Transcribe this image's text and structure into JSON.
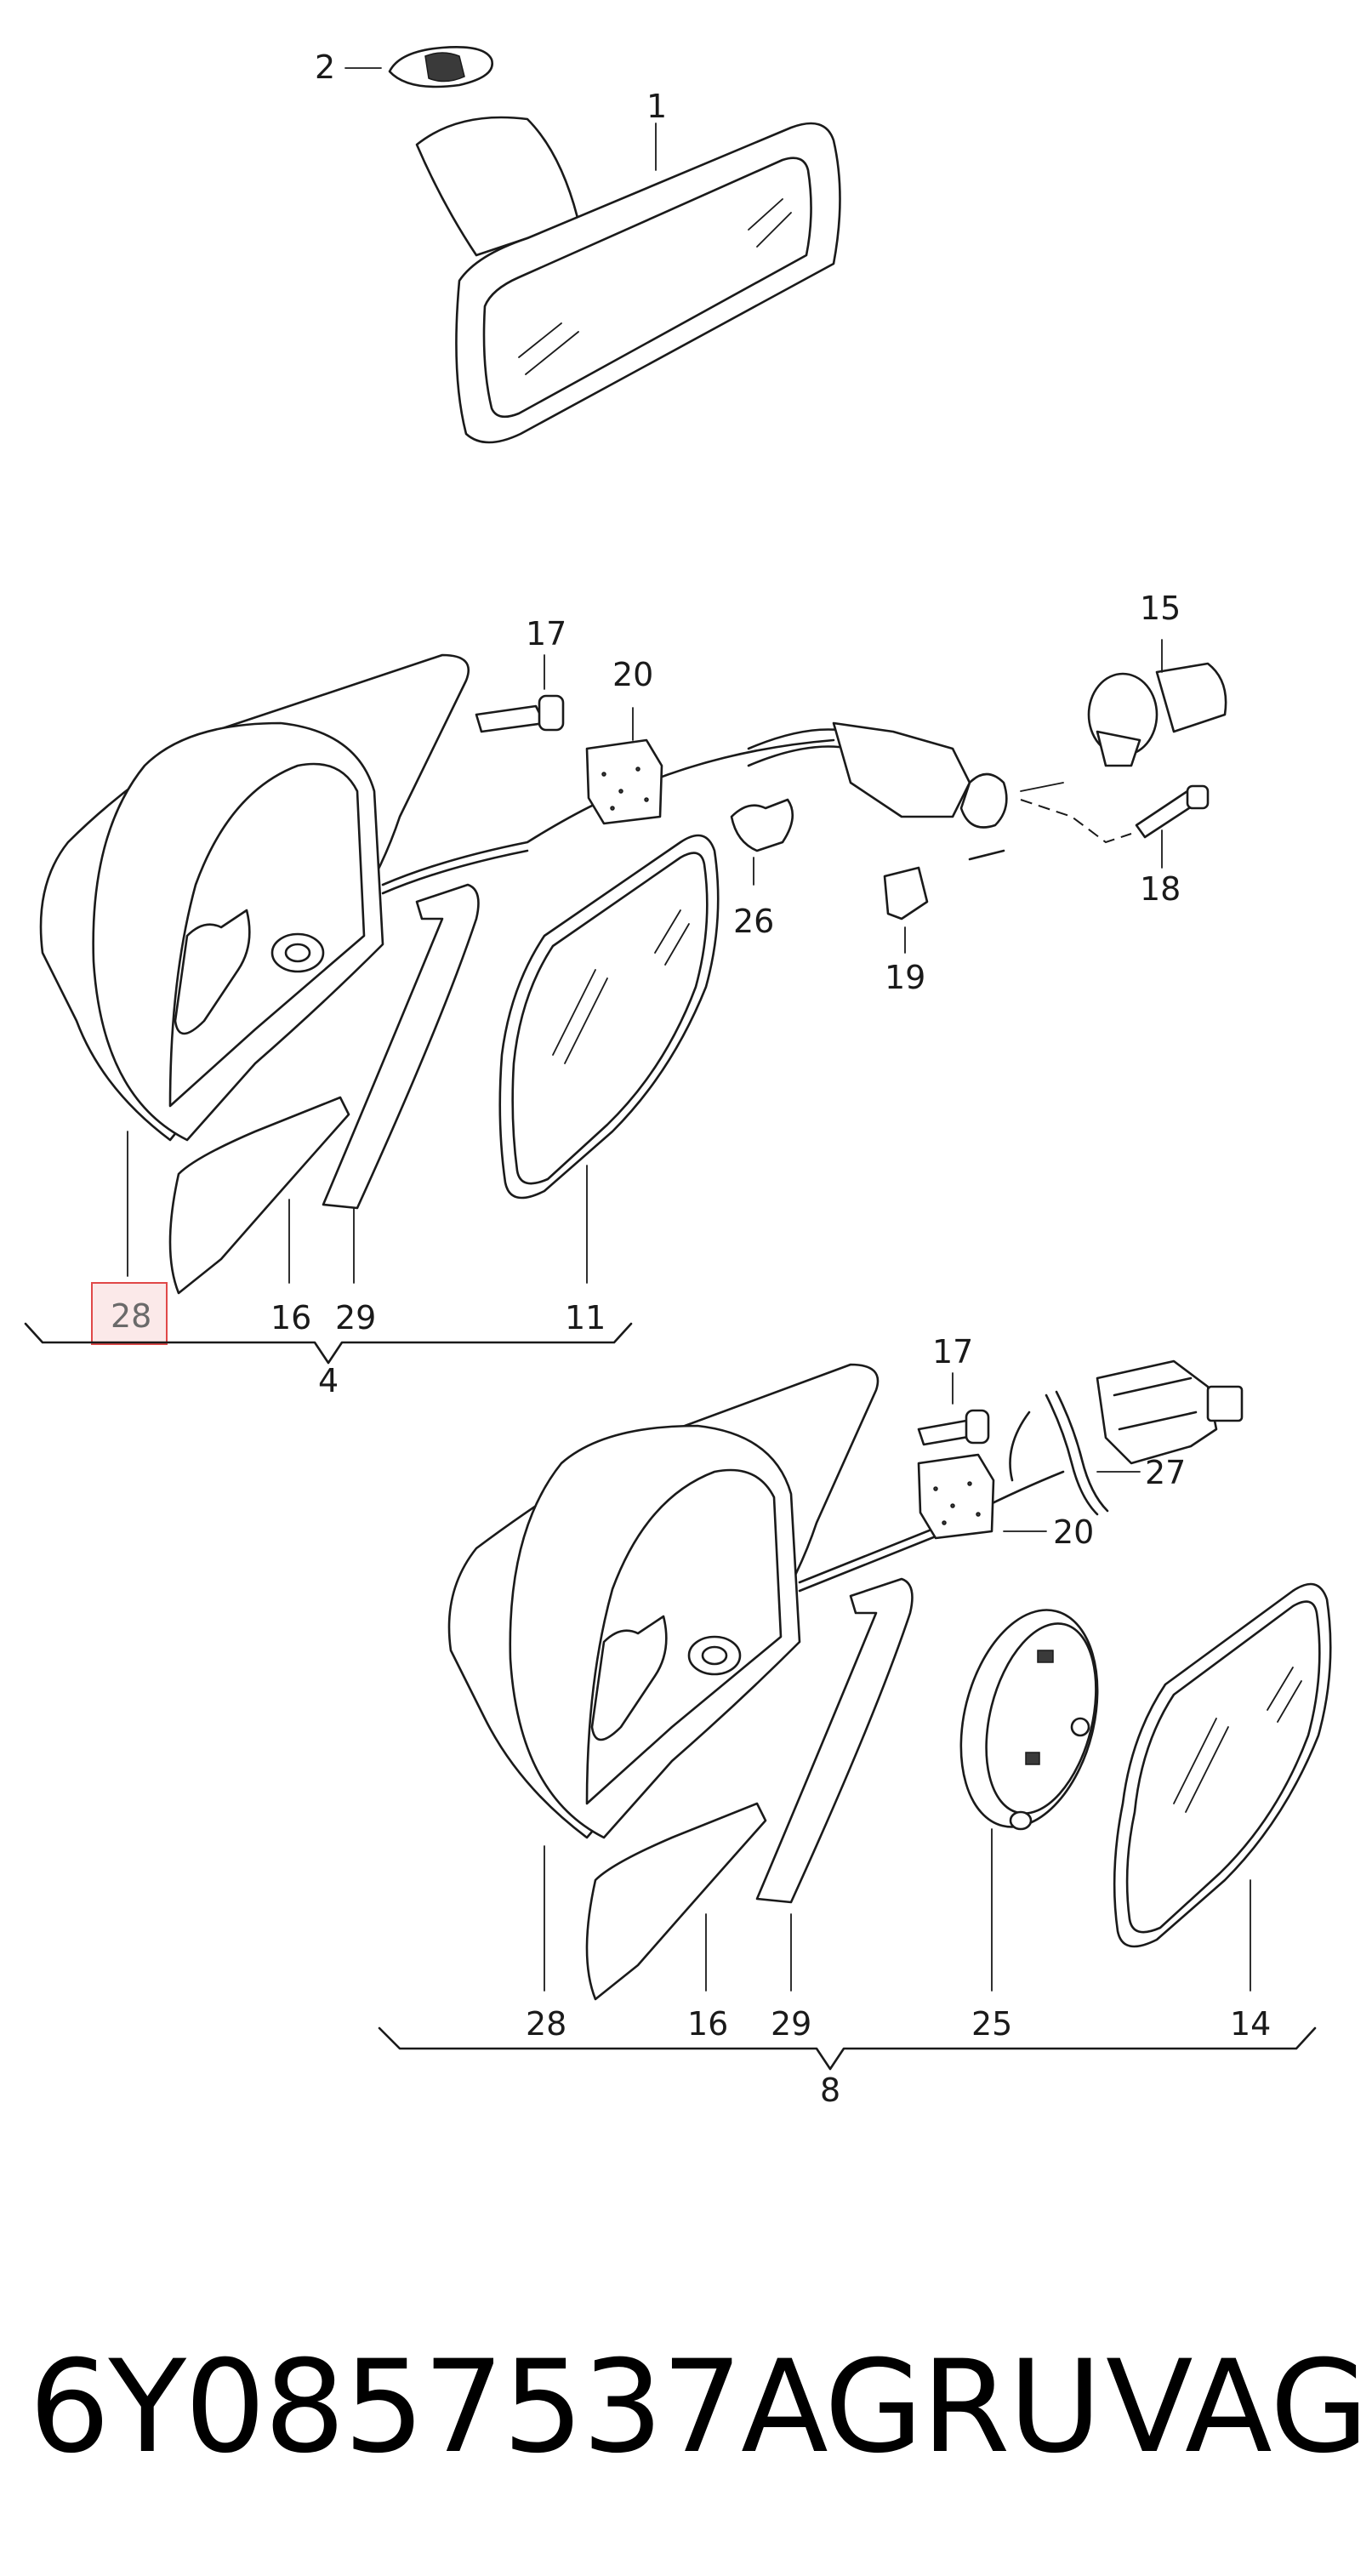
{
  "diagram": {
    "callouts": {
      "c1": "1",
      "c2": "2",
      "c4": "4",
      "c8": "8",
      "c11": "11",
      "c14": "14",
      "c15": "15",
      "c16a": "16",
      "c16b": "16",
      "c17a": "17",
      "c17b": "17",
      "c18": "18",
      "c19": "19",
      "c20a": "20",
      "c20b": "20",
      "c25": "25",
      "c26": "26",
      "c27": "27",
      "c28a": "28",
      "c28b": "28",
      "c29a": "29",
      "c29b": "29"
    },
    "highlight_color": "#e04848",
    "highlighted_callout": "28"
  },
  "footer": {
    "part_number": "6Y0857537AGRU",
    "brand": "VAG"
  }
}
